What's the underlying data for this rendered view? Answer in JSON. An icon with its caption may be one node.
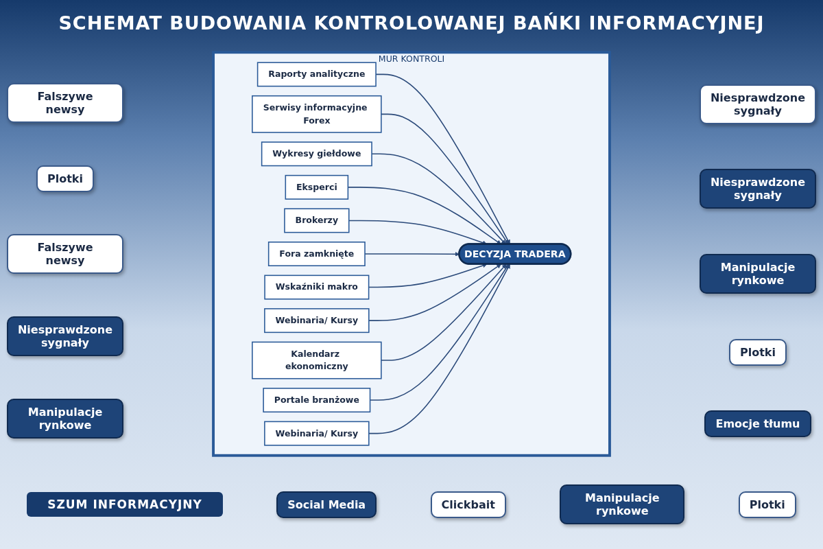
{
  "diagram": {
    "title": "SCHEMAT BUDOWANIA KONTROLOWANEJ BAŃKI INFORMACYJNEJ",
    "nodes": [
      {
        "text": [
          "MUR KONTROLI"
        ]
      },
      {
        "text": [
          "Raporty analityczne"
        ],
        "in": 0
      },
      {
        "text": [
          "Serwisy informacyjne Forex"
        ],
        "in": 0
      },
      {
        "text": [
          "Wykresy giełdowe"
        ],
        "in": 0
      },
      {
        "text": [
          "Eksperci"
        ],
        "in": 0
      },
      {
        "text": [
          "Brokerzy"
        ],
        "in": 0
      },
      {
        "text": [
          "Fora zamknięte"
        ],
        "in": 0
      },
      {
        "text": [
          "DECYZJA TRADERA"
        ],
        "in": 0
      },
      {
        "text": [
          "Wskaźniki makro"
        ],
        "in": 0
      },
      {
        "text": [
          "Webinaria/ Kursy"
        ],
        "in": 0
      },
      {
        "text": [
          "Kalendarz ekonomiczny"
        ],
        "in": 0
      },
      {
        "text": [
          "Portale branżowe"
        ],
        "in": 0
      },
      {
        "text": [
          "Webinaria/ Kursy"
        ],
        "in": 0
      }
    ],
    "edges": [
      {
        "from": 1,
        "to": 7,
        "arrow": "to"
      },
      {
        "from": 2,
        "to": 7,
        "arrow": "to"
      },
      {
        "from": 3,
        "to": 7,
        "arrow": "to"
      },
      {
        "from": 4,
        "to": 7,
        "arrow": "to"
      },
      {
        "from": 5,
        "to": 7,
        "arrow": "to"
      },
      {
        "from": 6,
        "to": 7,
        "arrow": "to"
      },
      {
        "from": 8,
        "to": 7,
        "arrow": "to"
      },
      {
        "from": 9,
        "to": 7,
        "arrow": "to"
      },
      {
        "from": 10,
        "to": 7,
        "arrow": "to"
      },
      {
        "from": 11,
        "to": 7,
        "arrow": "to"
      },
      {
        "from": 12,
        "to": 7,
        "arrow": "to"
      }
    ],
    "labels": [
      "Falszywe newsy",
      "Niesprawdzone sygnały",
      "Niesprawdzone sygnały",
      "Plotki",
      "Manipulacje rynkowe",
      "Falszywe newsy",
      "Plotki",
      "Niesprawdzone sygnały",
      "Emocje tłumu",
      "Manipulacje rynkowe",
      "SZUM INFORMACYJNY",
      "Social Media",
      "Clickbait",
      "Manipulacje rynkowe",
      "Plotki"
    ]
  }
}
